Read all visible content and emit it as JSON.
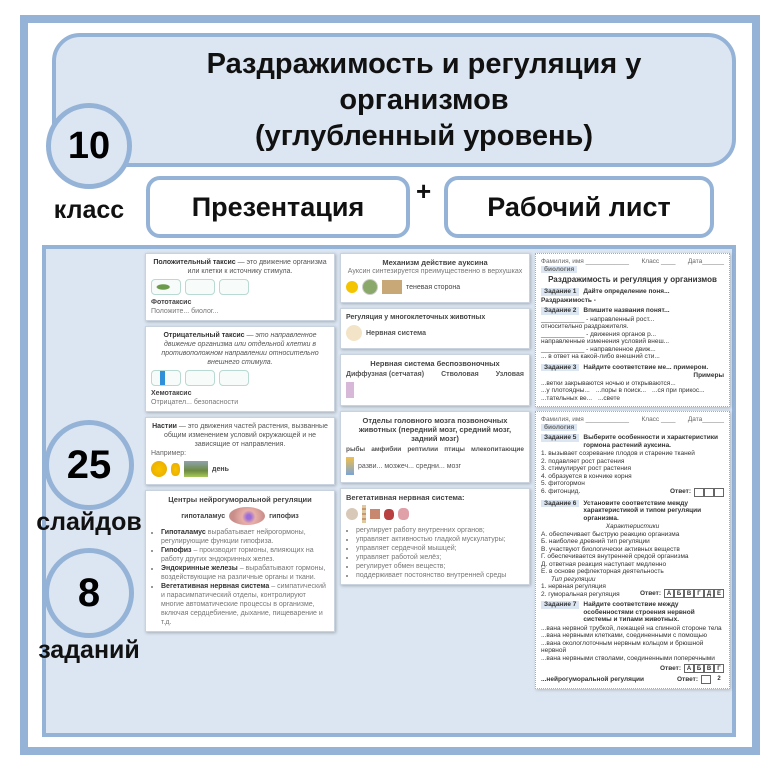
{
  "title": {
    "line1": "Раздражимость и регуляция у",
    "line2": "организмов",
    "line3": "(углубленный уровень)"
  },
  "grade": {
    "number": "10",
    "label": "класс"
  },
  "products": {
    "presentation": "Презентация",
    "plus": "+",
    "worksheet": "Рабочий лист"
  },
  "slides_count": {
    "number": "25",
    "label": "слайдов"
  },
  "tasks_count": {
    "number": "8",
    "label": "заданий"
  },
  "colors": {
    "frame": "#95b3d7",
    "fill": "#dce6f2"
  },
  "slides": [
    {
      "title": "Положительный таксис",
      "text": " — это движение организма или клетки к источнику стимула.",
      "caption": "Фототаксис",
      "note": "Положите... биолог..."
    },
    {
      "title": "Отрицательный таксис",
      "text": " — это направленное движение организма или отдельной клетки в противоположном направлении относительно внешнего стимула.",
      "caption": "Хемотаксис",
      "note": "Отрицател... безопасности"
    },
    {
      "title": "Настии",
      "text": " — это движения частей растения, вызванные общим изменением условий окружающей и не зависящие от направления.",
      "example": "Например:",
      "caption": "день"
    },
    {
      "title": "Механизм действие ауксина",
      "text": "Ауксин синтезируется преимущественно в верхушках",
      "label": "теневая сторона"
    },
    {
      "title": "Регуляция у многоклеточных животных",
      "label": "Нервная система"
    },
    {
      "title": "Нервная система беспозвоночных",
      "types": [
        "Диффузная (сетчатая)",
        "Стволовая",
        "Узловая"
      ]
    },
    {
      "title": "Отделы головного мозга позвоночных животных (передний мозг, средний мозг, задний мозг)",
      "animals": [
        "рыбы",
        "амфибии",
        "рептилии",
        "птицы",
        "млекопитающие"
      ],
      "note": "разви... мозжеч... средни... мозг"
    },
    {
      "title": "Центры нейрогуморальной регуляции",
      "labels": [
        "гипоталамус",
        "гипофиз"
      ],
      "bullets": [
        {
          "b": "Гипоталамус",
          "t": " вырабатывает нейрогормоны, регулирующие функции гипофиза."
        },
        {
          "b": "Гипофиз",
          "t": " – производит гормоны, влияющих на работу других эндокринных желез."
        },
        {
          "b": "Эндокринные железы",
          "t": " – вырабатывают гормоны, воздействующие на различные органы и ткани."
        },
        {
          "b": "Вегетативная нервная система",
          "t": " – симпатический и парасимпатический отделы, контролируют многие автоматические процессы в организме, включая сердцебиение, дыхание, пищеварение и т.д."
        }
      ]
    },
    {
      "title": "Вегетативная нервная система:",
      "bullets": [
        "регулирует работу внутренних органов;",
        "управляет активностью гладкой мускулатуры;",
        "управляет сердечной мышцей;",
        "управляет работой желёз;",
        "регулирует обмен веществ;",
        "поддерживает постоянство внутренней среды"
      ]
    }
  ],
  "worksheets": [
    {
      "name": "Фамилия, имя ____________",
      "class": "Класс ____",
      "date": "Дата______",
      "subject": "биология",
      "title": "Раздражимость и регуляция у организмов",
      "tasks": [
        {
          "tag": "Задание 1",
          "text": "Дайте определение поня...",
          "body": [
            "Раздражимость -"
          ]
        },
        {
          "tag": "Задание 2",
          "text": "Впишите названия понят...",
          "body": [
            "____________ - направленный рост...",
            "относительно раздражителя.",
            "____________ - движения органов р...",
            "направленные изменения условий внеш...",
            "____________ - направленное движ...",
            "... в ответ на какой-либо внешний сти..."
          ]
        },
        {
          "tag": "Задание 3",
          "text": "Найдите соответствие ме... примером.",
          "body": [
            "Примеры",
            "...ветки закрываются ночью и открываются...",
            "...у плотоядны...",
            "...поры в поиск...",
            "...ся при прикос...",
            "...тательных ве...",
            "...свете"
          ]
        }
      ]
    },
    {
      "name": "Фамилия, имя ____________",
      "class": "Класс ____",
      "date": "Дата______",
      "subject": "биология",
      "tasks": [
        {
          "tag": "Задание 5",
          "text": "Выберите особенности и характеристики гормона растений ауксина.",
          "body": [
            "1. вызывает созревание плодов и старение тканей",
            "2. подавляет рост растения",
            "3. стимулирует рост растения",
            "4. образуется в кончике корня",
            "5. фитогормон",
            "6. фитонцид."
          ],
          "answer": "Ответ:",
          "cells": [
            "",
            "",
            ""
          ]
        },
        {
          "tag": "Задание 6",
          "text": "Установите соответствие между характеристикой и типом регуляции организма.",
          "body": [
            "Характеристики",
            "А. обеспечивает быструю реакцию организма",
            "Б. наиболее древний тип регуляции",
            "В. участвуют биологически активных веществ",
            "Г. обеспечивается внутренней средой организма",
            "Д. ответная реакция наступает медленно",
            "Е. в основе рефлекторная деятельность",
            "Тип регуляции",
            "1. нервная регуляция",
            "2. гуморальная регуляция"
          ],
          "answer": "Ответ:",
          "cells": [
            "А",
            "Б",
            "В",
            "Г",
            "Д",
            "Е"
          ]
        },
        {
          "tag": "Задание 7",
          "text": "Найдите соответствие между особенностями строения нервной системы и типами животных.",
          "body": [
            "...вана нервной трубкой, лежащей на спинной стороне тела",
            "...вана нервными клетками, соединенными с помощью",
            "...вана окологлоточным нервным кольцом и брюшной нервной",
            "...вана нервными стволами, соединенными поперечными"
          ],
          "answer": "Ответ:",
          "cells": [
            "А",
            "Б",
            "В",
            "Г"
          ]
        },
        {
          "tag": "",
          "text": "...нейрогуморальной регуляции",
          "body": [],
          "answer": "Ответ:",
          "cells": [
            ""
          ],
          "page": "2"
        }
      ]
    }
  ]
}
